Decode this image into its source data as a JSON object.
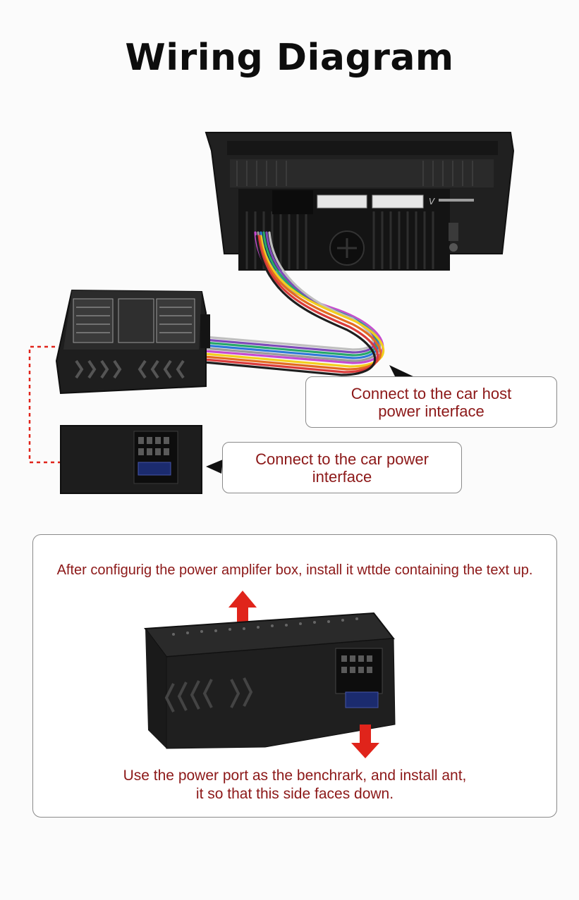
{
  "page": {
    "title": "Wiring Diagram"
  },
  "callouts": {
    "host_power": "Connect to the car host\npower interface",
    "car_power": "Connect to the car power\ninterface"
  },
  "panel": {
    "top_text": "After configurig the power amplifer box, install it wttde containing the text up.",
    "bottom_text": "Use the power port as the benchrark, and install ant,\nit so that this side faces down."
  },
  "colors": {
    "accent_red": "#e0241b",
    "text_red": "#8c1818",
    "device_black": "#1c1c1c"
  }
}
